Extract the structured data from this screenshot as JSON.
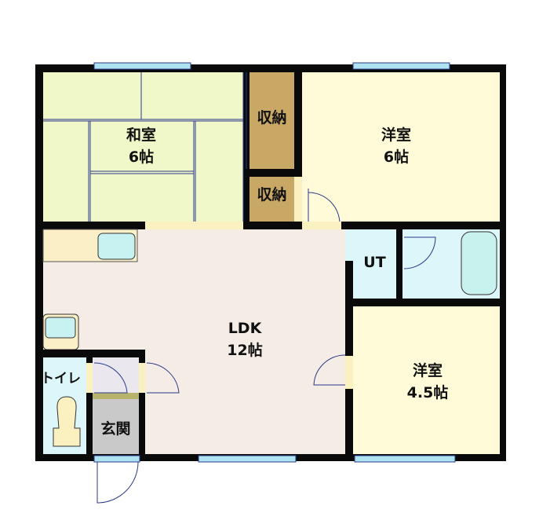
{
  "rooms": {
    "washitsu": {
      "name": "和室",
      "size": "6帖"
    },
    "closet_upper": {
      "name": "収納"
    },
    "closet_lower": {
      "name": "収納"
    },
    "youshitsu_a": {
      "name": "洋室",
      "size": "6帖"
    },
    "ut": {
      "name": "UT"
    },
    "ldk": {
      "name": "LDK",
      "size": "12帖"
    },
    "youshitsu_b": {
      "name": "洋室",
      "size": "4.5帖"
    },
    "toilet": {
      "name": "トイレ"
    },
    "genkan": {
      "name": "玄関"
    }
  },
  "colors": {
    "wall": "#0a0a0a",
    "tatami": "#f0f8c9",
    "closet": "#c9a866",
    "western_room": "#fffbd9",
    "ldk_floor": "#f6ece6",
    "wet_area": "#dcf6f9",
    "window": "#aee4f2",
    "genkan": "#c9c9c9"
  }
}
